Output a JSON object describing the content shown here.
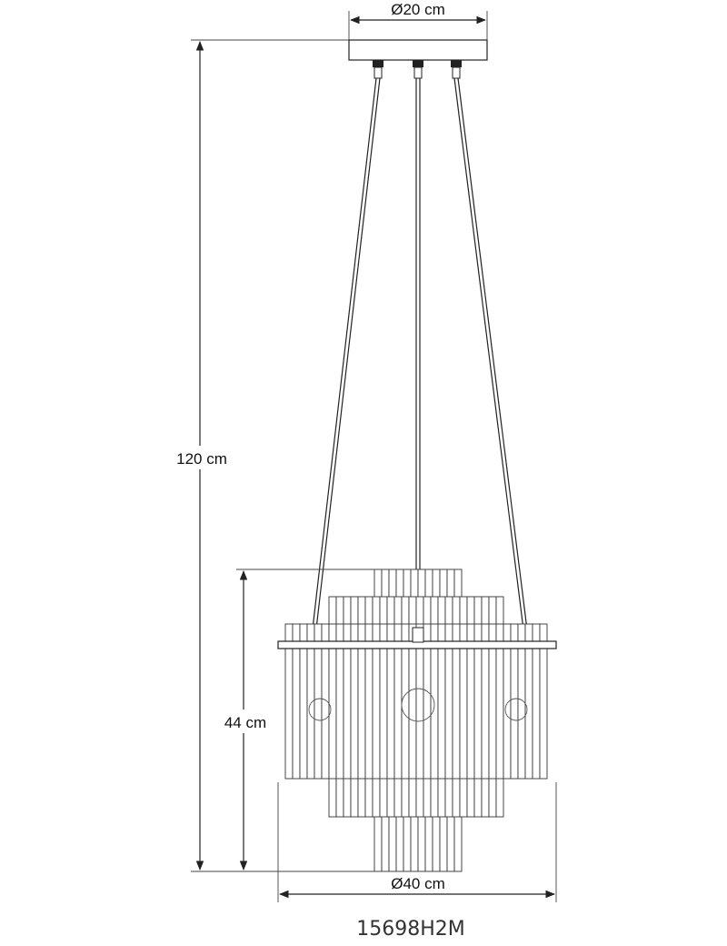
{
  "dimensions": {
    "canopy_diameter": "Ø20 cm",
    "total_height": "120 cm",
    "body_height": "44 cm",
    "body_diameter": "Ø40 cm"
  },
  "model_code": "15698H2M",
  "colors": {
    "line": "#222222",
    "background": "#ffffff"
  }
}
